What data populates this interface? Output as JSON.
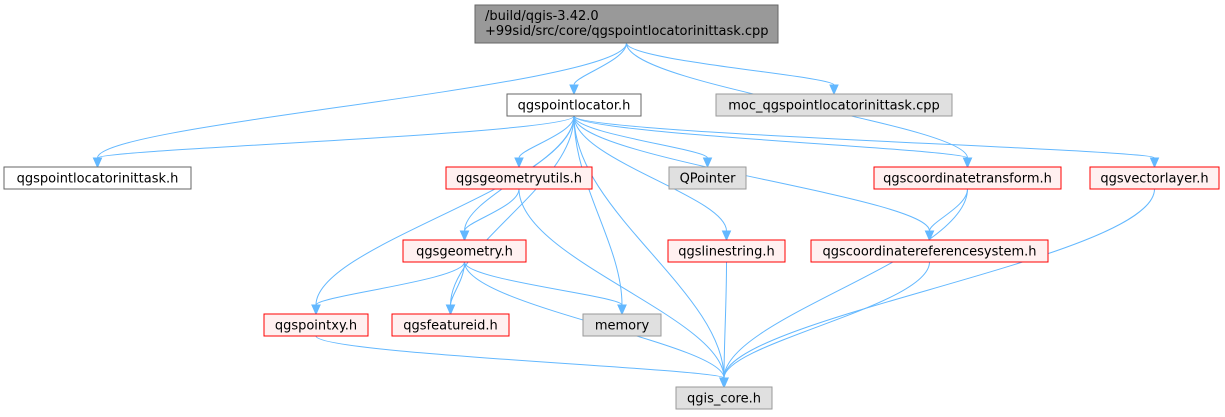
{
  "colors": {
    "edge": "#63b8ff",
    "root_fill": "#999999",
    "root_stroke": "#666666",
    "normal_fill": "#ffffff",
    "normal_stroke": "#666666",
    "missing_fill": "#e0e0e0",
    "missing_stroke": "#999999",
    "red_fill": "#fff0f0",
    "red_stroke": "#ff0000"
  },
  "nodes": [
    {
      "id": "root",
      "style": "root",
      "lines": [
        "/build/qgis-3.42.0",
        "+99sid/src/core/qgspointlocatorinittask.cpp"
      ]
    },
    {
      "id": "qgspointlocator",
      "style": "normal",
      "lines": [
        "qgspointlocator.h"
      ]
    },
    {
      "id": "moc",
      "style": "missing",
      "lines": [
        "moc_qgspointlocatorinittask.cpp"
      ]
    },
    {
      "id": "inittask",
      "style": "normal",
      "lines": [
        "qgspointlocatorinittask.h"
      ]
    },
    {
      "id": "geometryutils",
      "style": "red",
      "lines": [
        "qgsgeometryutils.h"
      ]
    },
    {
      "id": "qpointer",
      "style": "missing",
      "lines": [
        "QPointer"
      ]
    },
    {
      "id": "coordtransform",
      "style": "red",
      "lines": [
        "qgscoordinatetransform.h"
      ]
    },
    {
      "id": "vectorlayer",
      "style": "red",
      "lines": [
        "qgsvectorlayer.h"
      ]
    },
    {
      "id": "geometry",
      "style": "red",
      "lines": [
        "qgsgeometry.h"
      ]
    },
    {
      "id": "linestring",
      "style": "red",
      "lines": [
        "qgslinestring.h"
      ]
    },
    {
      "id": "crs",
      "style": "red",
      "lines": [
        "qgscoordinatereferencesystem.h"
      ]
    },
    {
      "id": "pointxy",
      "style": "red",
      "lines": [
        "qgspointxy.h"
      ]
    },
    {
      "id": "featureid",
      "style": "red",
      "lines": [
        "qgsfeatureid.h"
      ]
    },
    {
      "id": "memory",
      "style": "missing",
      "lines": [
        "memory"
      ]
    },
    {
      "id": "qgiscore",
      "style": "missing",
      "lines": [
        "qgis_core.h"
      ]
    }
  ],
  "edges": [
    {
      "from": "root",
      "to": "qgspointlocator"
    },
    {
      "from": "root",
      "to": "moc"
    },
    {
      "from": "root",
      "to": "inittask"
    },
    {
      "from": "root",
      "to": "coordtransform"
    },
    {
      "from": "qgspointlocator",
      "to": "inittask"
    },
    {
      "from": "qgspointlocator",
      "to": "geometryutils"
    },
    {
      "from": "qgspointlocator",
      "to": "qpointer"
    },
    {
      "from": "qgspointlocator",
      "to": "coordtransform"
    },
    {
      "from": "qgspointlocator",
      "to": "vectorlayer"
    },
    {
      "from": "qgspointlocator",
      "to": "geometry"
    },
    {
      "from": "qgspointlocator",
      "to": "linestring"
    },
    {
      "from": "qgspointlocator",
      "to": "crs"
    },
    {
      "from": "qgspointlocator",
      "to": "pointxy"
    },
    {
      "from": "qgspointlocator",
      "to": "featureid"
    },
    {
      "from": "qgspointlocator",
      "to": "memory"
    },
    {
      "from": "qgspointlocator",
      "to": "qgiscore"
    },
    {
      "from": "geometryutils",
      "to": "geometry"
    },
    {
      "from": "geometryutils",
      "to": "qgiscore"
    },
    {
      "from": "coordtransform",
      "to": "crs"
    },
    {
      "from": "coordtransform",
      "to": "qgiscore"
    },
    {
      "from": "vectorlayer",
      "to": "qgiscore"
    },
    {
      "from": "geometry",
      "to": "pointxy"
    },
    {
      "from": "geometry",
      "to": "featureid"
    },
    {
      "from": "geometry",
      "to": "memory"
    },
    {
      "from": "geometry",
      "to": "qgiscore"
    },
    {
      "from": "linestring",
      "to": "qgiscore"
    },
    {
      "from": "crs",
      "to": "qgiscore"
    },
    {
      "from": "pointxy",
      "to": "qgiscore"
    }
  ]
}
